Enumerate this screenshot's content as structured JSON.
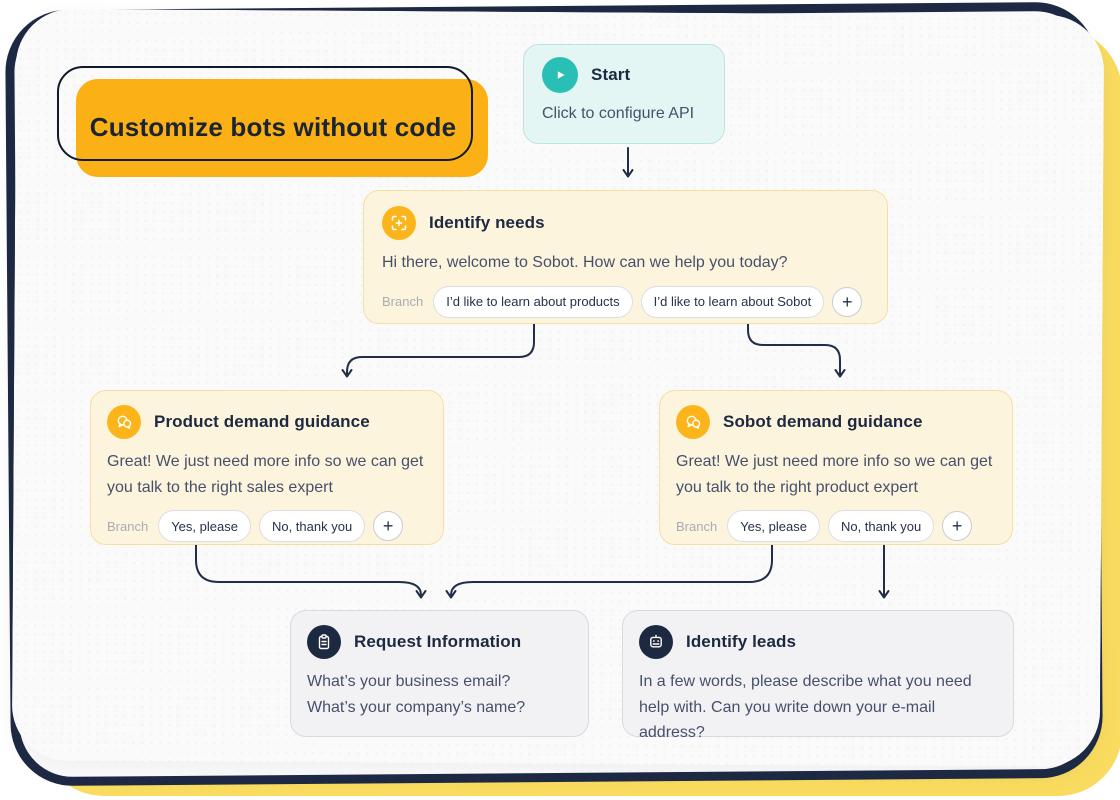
{
  "badge": {
    "title": "Customize bots without code"
  },
  "icons": {
    "plus": "+"
  },
  "nodes": {
    "start": {
      "title": "Start",
      "subtitle": "Click to configure API"
    },
    "identify_needs": {
      "title": "Identify needs",
      "body": "Hi there, welcome to Sobot. How can we help you today?",
      "branch_label": "Branch",
      "branches": [
        "I’d like to learn about products",
        "I’d like to learn about Sobot"
      ]
    },
    "product_guidance": {
      "title": "Product demand guidance",
      "body": "Great! We just need more info so we can get you talk to the right sales expert",
      "branch_label": "Branch",
      "branches": [
        "Yes, please",
        "No, thank you"
      ]
    },
    "sobot_guidance": {
      "title": "Sobot demand guidance",
      "body": "Great! We just need more info so we can get you talk to the right product expert",
      "branch_label": "Branch",
      "branches": [
        "Yes, please",
        "No, thank you"
      ]
    },
    "request_information": {
      "title": "Request Information",
      "body_lines": [
        "What’s your business email?",
        "What’s your company’s name?"
      ]
    },
    "identify_leads": {
      "title": "Identify leads",
      "body": "In a few words, please describe what you need help with. Can you write down your e-mail address?"
    }
  },
  "colors": {
    "dark_navy": "#1E2A44",
    "accent_yellow": "#F9DC5F",
    "badge_yellow": "#FBB016",
    "icon_yellow": "#FBB51B",
    "teal": "#29BFB4",
    "cream_bg": "#FCF4DD",
    "mint_bg": "#E4F6F3",
    "gray_bg": "#F2F2F4"
  }
}
